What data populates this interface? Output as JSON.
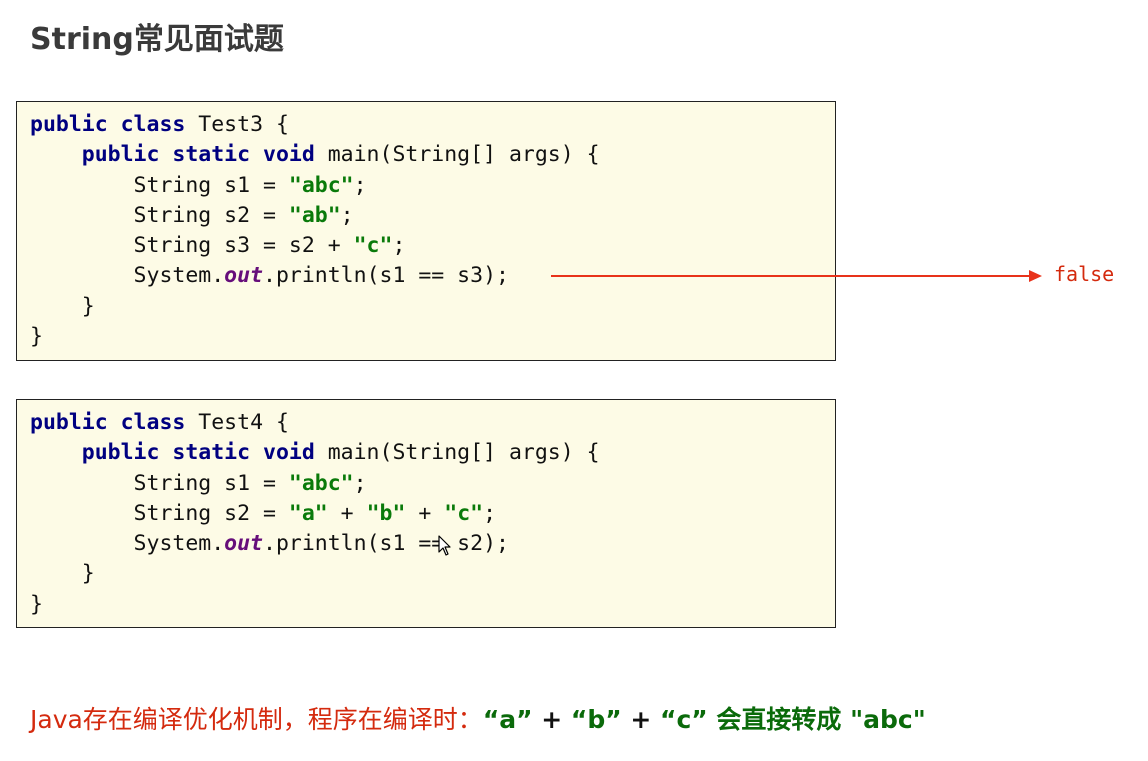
{
  "title": "String常见面试题",
  "result1": "false",
  "note": {
    "prefix": "Java存在编译优化机制，程序在编译时：",
    "q_a": "“a”",
    "plus1": " + ",
    "q_b": "“b”",
    "plus2": " + ",
    "q_c": "“c”",
    "suffix": " 会直接转成 ",
    "result": "\"abc\""
  },
  "colors": {
    "keyword": "#000080",
    "string": "#0a7a0a",
    "field": "#660e7a",
    "arrow": "#e8321a",
    "code_bg": "#fdfbe6"
  }
}
